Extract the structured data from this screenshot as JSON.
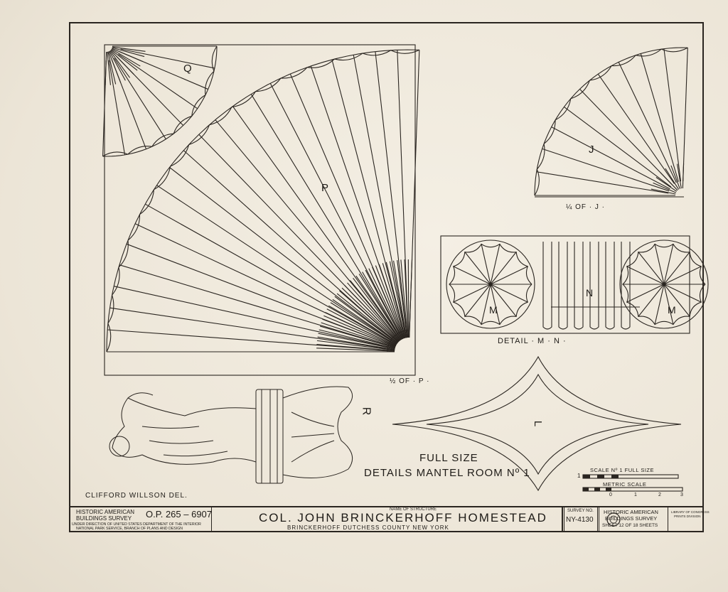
{
  "labels": {
    "Q": "Q",
    "P": "P",
    "J": "J",
    "N": "N",
    "M_left": "M",
    "M_right": "M",
    "L": "L",
    "R": "R",
    "quarter_of_j": "¼ OF · J ·",
    "half_of_p": "½ OF · P ·",
    "detail_mn": "DETAIL · M · N ·",
    "full_size": "FULL SIZE",
    "details_title": "DETAILS MANTEL ROOM Nº 1",
    "delineator": "CLIFFORD WILLSON   DEL.",
    "scale_full": "SCALE Nº 1 FULL SIZE",
    "metric_scale": "METRIC SCALE",
    "scale_one": "1",
    "scale_ticks": [
      "0",
      "1",
      "2",
      "3"
    ]
  },
  "title_block": {
    "habs_line1": "HISTORIC AMERICAN",
    "habs_line2": "BUILDINGS SURVEY",
    "op_number": "O.P. 265 – 6907",
    "direction_line1": "UNDER DIRECTION OF UNITED STATES DEPARTMENT OF THE INTERIOR",
    "direction_line2": "NATIONAL PARK SERVICE, BRANCH OF PLANS AND DESIGN",
    "name_caption": "NAME OF STRUCTURE",
    "structure_name": "COL. JOHN BRINCKERHOFF HOMESTEAD",
    "location": "BRINCKERHOFF   DUTCHESS   COUNTY   NEW  YORK",
    "survey_caption": "SURVEY NO.",
    "survey_number": "NY-4130",
    "right_line1": "HISTORIC AMERICAN",
    "right_line2": "BUILDINGS SURVEY",
    "sheet_info": "SHEET 12 OF 18 SHEETS",
    "library_line1": "LIBRARY OF CONGRESS",
    "library_line2": "PRINTS DIVISION"
  }
}
